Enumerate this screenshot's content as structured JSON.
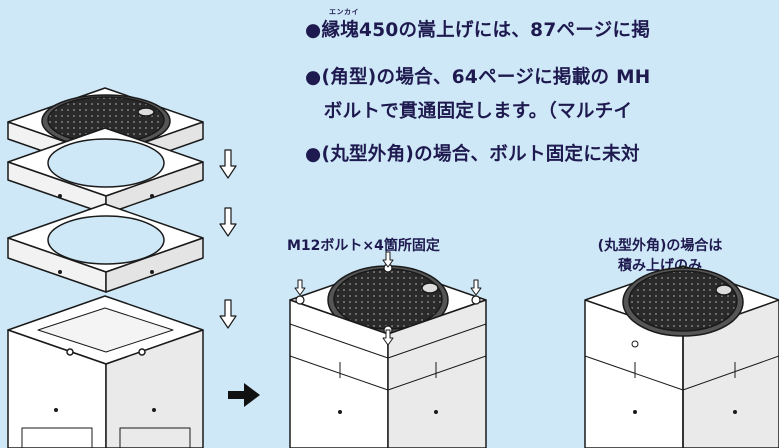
{
  "notes": {
    "ruby": "エンカイ",
    "line1": "●縁塊450の嵩上げには、87ページに掲",
    "line2": "●(角型)の場合、64ページに掲載の MH",
    "line3": "　ボルトで貫通固定します。（マルチイ",
    "line4": "●(丸型外角)の場合、ボルト固定に未対"
  },
  "captions": {
    "bolt": "M12ボルト×4箇所固定",
    "round_line1": "(丸型外角)の場合は",
    "round_line2": "積み上げのみ"
  },
  "colors": {
    "background": "#cfe8f7",
    "text": "#1e1a4f",
    "line": "#1a1a1a",
    "cover": "#2a2a2a"
  }
}
